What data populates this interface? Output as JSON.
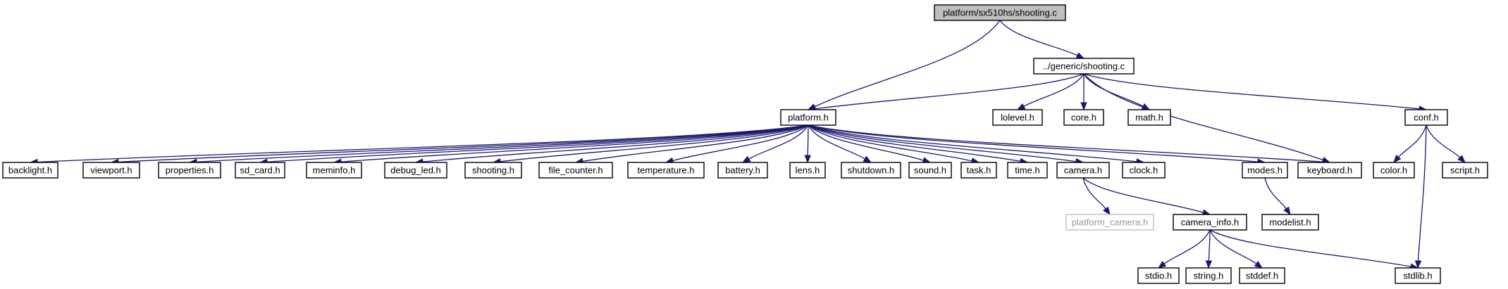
{
  "nodes": [
    {
      "id": "root",
      "label": "platform/sx510hs/shooting.c",
      "style": "root"
    },
    {
      "id": "generic_shooting",
      "label": "../generic/shooting.c"
    },
    {
      "id": "platform_h",
      "label": "platform.h"
    },
    {
      "id": "lolevel",
      "label": "lolevel.h"
    },
    {
      "id": "core",
      "label": "core.h"
    },
    {
      "id": "math",
      "label": "math.h"
    },
    {
      "id": "conf",
      "label": "conf.h"
    },
    {
      "id": "backlight",
      "label": "backlight.h"
    },
    {
      "id": "viewport",
      "label": "viewport.h"
    },
    {
      "id": "properties",
      "label": "properties.h"
    },
    {
      "id": "sd_card",
      "label": "sd_card.h"
    },
    {
      "id": "meminfo",
      "label": "meminfo.h"
    },
    {
      "id": "debug_led",
      "label": "debug_led.h"
    },
    {
      "id": "shooting_h",
      "label": "shooting.h"
    },
    {
      "id": "file_counter",
      "label": "file_counter.h"
    },
    {
      "id": "temperature",
      "label": "temperature.h"
    },
    {
      "id": "battery",
      "label": "battery.h"
    },
    {
      "id": "lens",
      "label": "lens.h"
    },
    {
      "id": "shutdown",
      "label": "shutdown.h"
    },
    {
      "id": "sound",
      "label": "sound.h"
    },
    {
      "id": "task",
      "label": "task.h"
    },
    {
      "id": "time",
      "label": "time.h"
    },
    {
      "id": "camera",
      "label": "camera.h"
    },
    {
      "id": "clock",
      "label": "clock.h"
    },
    {
      "id": "modes",
      "label": "modes.h"
    },
    {
      "id": "keyboard",
      "label": "keyboard.h"
    },
    {
      "id": "color",
      "label": "color.h"
    },
    {
      "id": "script",
      "label": "script.h"
    },
    {
      "id": "platform_camera",
      "label": "platform_camera.h",
      "style": "missing"
    },
    {
      "id": "camera_info",
      "label": "camera_info.h"
    },
    {
      "id": "modelist",
      "label": "modelist.h"
    },
    {
      "id": "stdio",
      "label": "stdio.h"
    },
    {
      "id": "string",
      "label": "string.h"
    },
    {
      "id": "stddef",
      "label": "stddef.h"
    },
    {
      "id": "stdlib",
      "label": "stdlib.h"
    }
  ],
  "edges": [
    [
      "root",
      "platform_h"
    ],
    [
      "root",
      "generic_shooting"
    ],
    [
      "generic_shooting",
      "platform_h"
    ],
    [
      "generic_shooting",
      "lolevel"
    ],
    [
      "generic_shooting",
      "core"
    ],
    [
      "generic_shooting",
      "math"
    ],
    [
      "generic_shooting",
      "keyboard"
    ],
    [
      "generic_shooting",
      "conf"
    ],
    [
      "platform_h",
      "backlight"
    ],
    [
      "platform_h",
      "viewport"
    ],
    [
      "platform_h",
      "properties"
    ],
    [
      "platform_h",
      "sd_card"
    ],
    [
      "platform_h",
      "meminfo"
    ],
    [
      "platform_h",
      "debug_led"
    ],
    [
      "platform_h",
      "shooting_h"
    ],
    [
      "platform_h",
      "file_counter"
    ],
    [
      "platform_h",
      "temperature"
    ],
    [
      "platform_h",
      "battery"
    ],
    [
      "platform_h",
      "lens"
    ],
    [
      "platform_h",
      "shutdown"
    ],
    [
      "platform_h",
      "sound"
    ],
    [
      "platform_h",
      "task"
    ],
    [
      "platform_h",
      "time"
    ],
    [
      "platform_h",
      "camera"
    ],
    [
      "platform_h",
      "clock"
    ],
    [
      "platform_h",
      "modes"
    ],
    [
      "platform_h",
      "keyboard"
    ],
    [
      "camera",
      "platform_camera"
    ],
    [
      "camera",
      "camera_info"
    ],
    [
      "camera_info",
      "stdio"
    ],
    [
      "camera_info",
      "string"
    ],
    [
      "camera_info",
      "stddef"
    ],
    [
      "camera_info",
      "stdlib"
    ],
    [
      "modes",
      "modelist"
    ],
    [
      "conf",
      "color"
    ],
    [
      "conf",
      "script"
    ],
    [
      "conf",
      "stdlib"
    ]
  ],
  "colors": {
    "edge": "#191970",
    "root_fill": "#bfbfbf",
    "missing_border": "#bfbfbf",
    "node_border": "#000000"
  }
}
